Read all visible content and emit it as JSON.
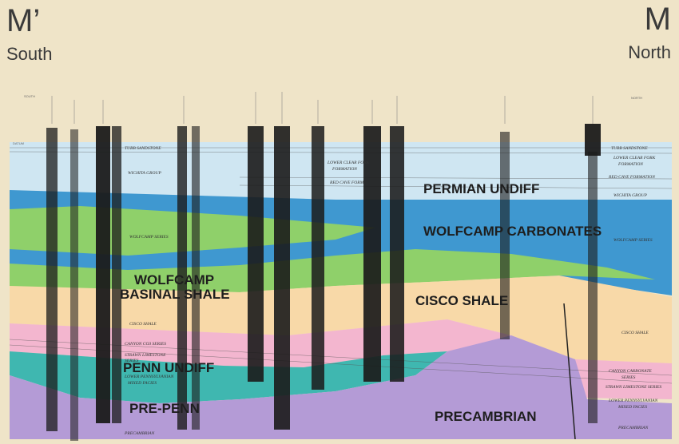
{
  "corners": {
    "left_letter": "M’",
    "left_direction": "South",
    "right_letter": "M",
    "right_direction": "North"
  },
  "units": {
    "permian": "PERMIAN UNDIFF",
    "wolfcamp_carbonates": "WOLFCAMP CARBONATES",
    "wolfcamp_basinal_1": "WOLFCAMP",
    "wolfcamp_basinal_2": "BASINAL SHALE",
    "cisco": "CISCO SHALE",
    "penn": "PENN UNDIFF",
    "prepenn": "PRE-PENN",
    "precambrian": "PRECAMBRIAN"
  },
  "small_labels": {
    "tubb_left": "TUBB SANDSTONE",
    "wichita_left": "WICHITA GROUP",
    "lower_clear_fork_mid_1": "LOWER CLEAR FORK",
    "lower_clear_fork_mid_2": "FORMATION",
    "red_cave_mid": "RED CAVE FORM.",
    "wolfcamp_series_left": "WOLFCAMP SERIES",
    "cisco_left": "CISCO SHALE",
    "canyon_left": "CANYON CO3 SERIES",
    "strawn_left_1": "STRAWN LIMESTONE",
    "strawn_left_2": "SERIES",
    "lower_penn_left_1": "LOWER PENNSYLVANIAN",
    "lower_penn_left_2": "MIXED FACIES",
    "precambrian_left": "PRECAMBRIAN",
    "tubb_right": "TUBB SANDSTONE",
    "lcf_right_1": "LOWER CLEAR FORK",
    "lcf_right_2": "FORMATION",
    "red_cave_right": "RED CAVE FORMATION",
    "wichita_right": "WICHITA GROUP",
    "wolfcamp_right": "WOLFCAMP SERIES",
    "cisco_right": "CISCO SHALE",
    "canyon_right_1": "CANYON CARBONATE",
    "canyon_right_2": "SERIES",
    "strawn_right": "STRAWN LIMESTONE SERIES",
    "lower_penn_right_1": "LOWER PENNSYLVANIAN",
    "lower_penn_right_2": "MIXED FACIES",
    "precambrian_right": "PRECAMBRIAN",
    "datum": "DATUM",
    "south_small": "SOUTH",
    "north_small": "NORTH"
  },
  "colors": {
    "permian": "#cfe6f2",
    "wolfcamp_carbonates": "#3f98d0",
    "wolfcamp_basinal": "#8fd06a",
    "cisco": "#f8d9a8",
    "penn_pink": "#f3b6cf",
    "penn_teal": "#3fb7b0",
    "precambrian": "#b49bd6",
    "background": "#efe4c8"
  }
}
